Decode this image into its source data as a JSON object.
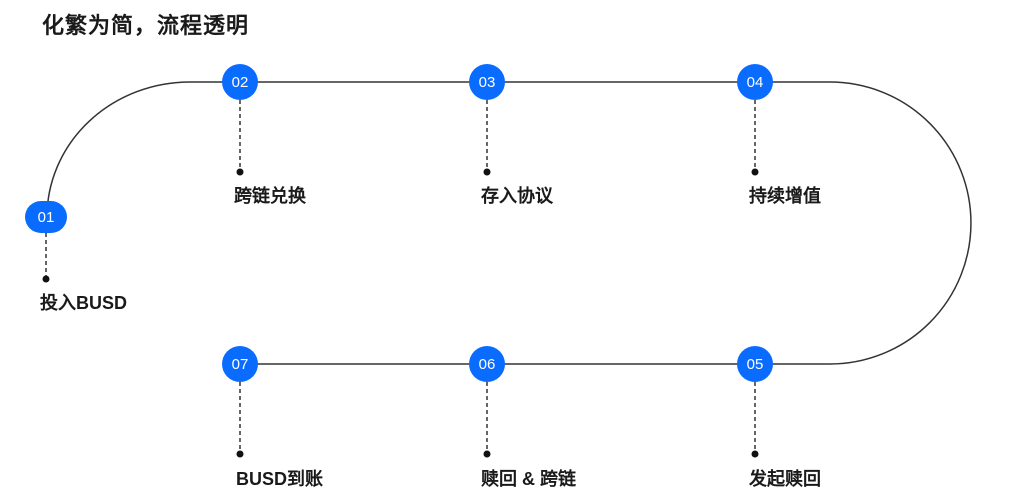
{
  "title": "化繁为简，流程透明",
  "accent_color": "#0a6cff",
  "steps": [
    {
      "number": "01",
      "label": "投入BUSD"
    },
    {
      "number": "02",
      "label": "跨链兑换"
    },
    {
      "number": "03",
      "label": "存入协议"
    },
    {
      "number": "04",
      "label": "持续增值"
    },
    {
      "number": "05",
      "label": "发起赎回"
    },
    {
      "number": "06",
      "label": "赎回 & 跨链"
    },
    {
      "number": "07",
      "label": "BUSD到账"
    }
  ]
}
